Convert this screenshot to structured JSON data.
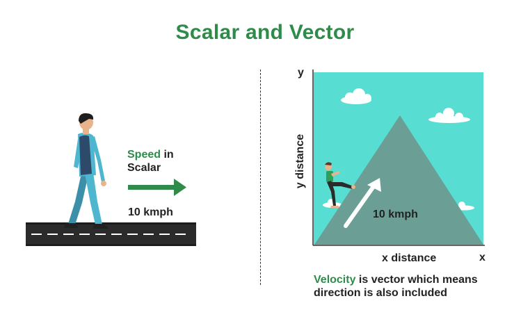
{
  "title": "Scalar and Vector",
  "left": {
    "speed_word": "Speed",
    "in_word": " in",
    "scalar_word": "Scalar",
    "value": "10 kmph"
  },
  "right": {
    "y_axis_letter": "y",
    "x_axis_letter": "x",
    "y_axis_title": "y distance",
    "x_axis_title": "x distance",
    "value": "10 kmph",
    "velocity_word": "Velocity",
    "caption_line1_rest": " is vector which means",
    "caption_line2": "direction is also included"
  },
  "colors": {
    "accent_green": "#2e8b4a",
    "sky": "#57ddd2",
    "mountain": "#6b9f96",
    "road": "#2b2b2b"
  }
}
